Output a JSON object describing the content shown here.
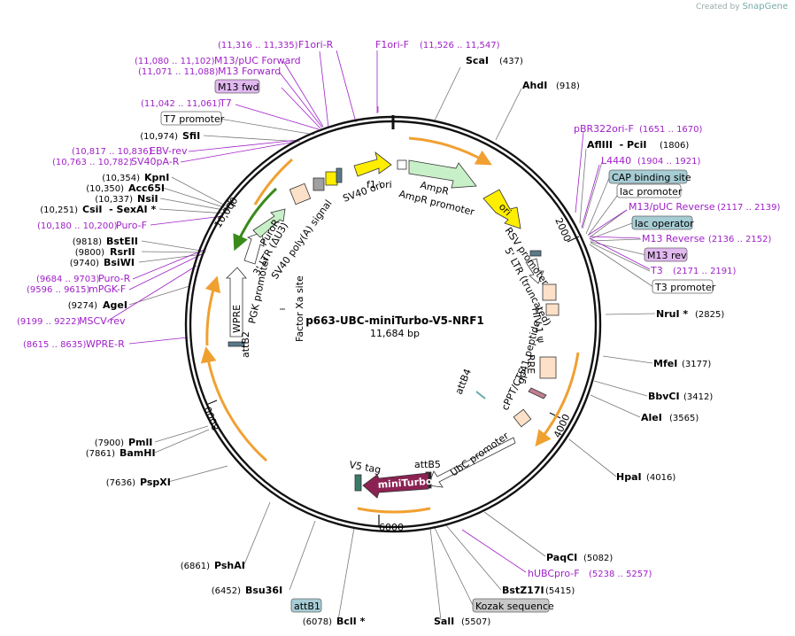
{
  "credit": {
    "created_by": "Created by",
    "brand": "SnapGene"
  },
  "plasmid": {
    "name": "p663-UBC-miniTurbo-V5-NRF1",
    "size": "11,684 bp"
  },
  "ticks": [
    "2000",
    "4000",
    "6000",
    "8000",
    "10,000"
  ],
  "features": [
    "f1 ori",
    "AmpR",
    "AmpR promoter",
    "ori",
    "RSV promoter",
    "5' LTR (truncated)",
    "HIV-1 ψ",
    "RRE",
    "gp41 peptide",
    "cPPT/CTS",
    "UbC promoter",
    "attB4",
    "attB5",
    "miniTurbo",
    "V5 tag",
    "Factor Xa site",
    "attB2",
    "WPRE",
    "PGK promoter",
    "PuroR",
    "3' LTR (ΔU3)",
    "SV40 poly(A) signal",
    "SV40 ori"
  ],
  "sites": [
    {
      "name": "ScaI",
      "coord": "(437)"
    },
    {
      "name": "AhdI",
      "coord": "(918)"
    },
    {
      "name": "AflIII  - PciI",
      "coord": "(1806)"
    },
    {
      "name": "NruI *",
      "coord": "(2825)"
    },
    {
      "name": "MfeI",
      "coord": "(3177)"
    },
    {
      "name": "BbvCI",
      "coord": "(3412)"
    },
    {
      "name": "AleI",
      "coord": "(3565)"
    },
    {
      "name": "HpaI",
      "coord": "(4016)"
    },
    {
      "name": "PaqCI",
      "coord": "(5082)"
    },
    {
      "name": "BstZ17I",
      "coord": "(5415)"
    },
    {
      "name": "SalI",
      "coord": "(5507)"
    },
    {
      "name": "BclI *",
      "coord": "(6078)"
    },
    {
      "name": "Bsu36I",
      "coord": "(6452)"
    },
    {
      "name": "PshAI",
      "coord": "(6861)"
    },
    {
      "name": "PspXI",
      "coord": "(7636)"
    },
    {
      "name": "BamHI",
      "coord": "(7861)"
    },
    {
      "name": "PmlI",
      "coord": "(7900)"
    },
    {
      "name": "AgeI",
      "coord": "(9274)"
    },
    {
      "name": "BsiWI",
      "coord": "(9740)"
    },
    {
      "name": "RsrII",
      "coord": "(9800)"
    },
    {
      "name": "BstEII",
      "coord": "(9818)"
    },
    {
      "name": "CsiI  - SexAI *",
      "coord": "(10,251)"
    },
    {
      "name": "NsiI",
      "coord": "(10,337)"
    },
    {
      "name": "Acc65I",
      "coord": "(10,350)"
    },
    {
      "name": "KpnI",
      "coord": "(10,354)"
    },
    {
      "name": "SfiI",
      "coord": "(10,974)"
    }
  ],
  "primers": [
    {
      "name": "F1ori-R",
      "coord": "(11,316 .. 11,335)"
    },
    {
      "name": "F1ori-F",
      "coord": "(11,526 .. 11,547)"
    },
    {
      "name": "M13/pUC Forward",
      "coord": "(11,080 .. 11,102)"
    },
    {
      "name": "M13 Forward",
      "coord": "(11,071 .. 11,088)"
    },
    {
      "name": "T7",
      "coord": "(11,042 .. 11,061)"
    },
    {
      "name": "EBV-rev",
      "coord": "(10,817 .. 10,836)"
    },
    {
      "name": "SV40pA-R",
      "coord": "(10,763 .. 10,782)"
    },
    {
      "name": "Puro-F",
      "coord": "(10,180 .. 10,200)"
    },
    {
      "name": "Puro-R",
      "coord": "(9684 .. 9703)"
    },
    {
      "name": "mPGK-F",
      "coord": "(9596 .. 9615)"
    },
    {
      "name": "MSCV-rev",
      "coord": "(9199 .. 9222)"
    },
    {
      "name": "WPRE-R",
      "coord": "(8615 .. 8635)"
    },
    {
      "name": "pBR322ori-F",
      "coord": "(1651 .. 1670)"
    },
    {
      "name": "L4440",
      "coord": "(1904 .. 1921)"
    },
    {
      "name": "M13/pUC Reverse",
      "coord": "(2117 .. 2139)"
    },
    {
      "name": "M13 Reverse",
      "coord": "(2136 .. 2152)"
    },
    {
      "name": "T3",
      "coord": "(2171 .. 2191)"
    },
    {
      "name": "hUBCpro-F",
      "coord": "(5238 .. 5257)"
    }
  ],
  "boxes": [
    {
      "label": "M13 fwd",
      "fill": "#e2b8f0"
    },
    {
      "label": "T7 promoter",
      "fill": "#ffffff"
    },
    {
      "label": "CAP binding site",
      "fill": "#a6ccd4"
    },
    {
      "label": "lac promoter",
      "fill": "#ffffff"
    },
    {
      "label": "lac operator",
      "fill": "#a6ccd4"
    },
    {
      "label": "M13 rev",
      "fill": "#e2b8f0"
    },
    {
      "label": "T3 promoter",
      "fill": "#ffffff"
    },
    {
      "label": "Kozak sequence",
      "fill": "#c8c8c8"
    },
    {
      "label": "attB1",
      "fill": "#a6ccd4"
    }
  ],
  "colors": {
    "primer": "#a020c8",
    "orf": "#f0a030",
    "ampr": "#c8f0c8",
    "ori": "#ffee00",
    "miniturbo": "#8b2252"
  }
}
